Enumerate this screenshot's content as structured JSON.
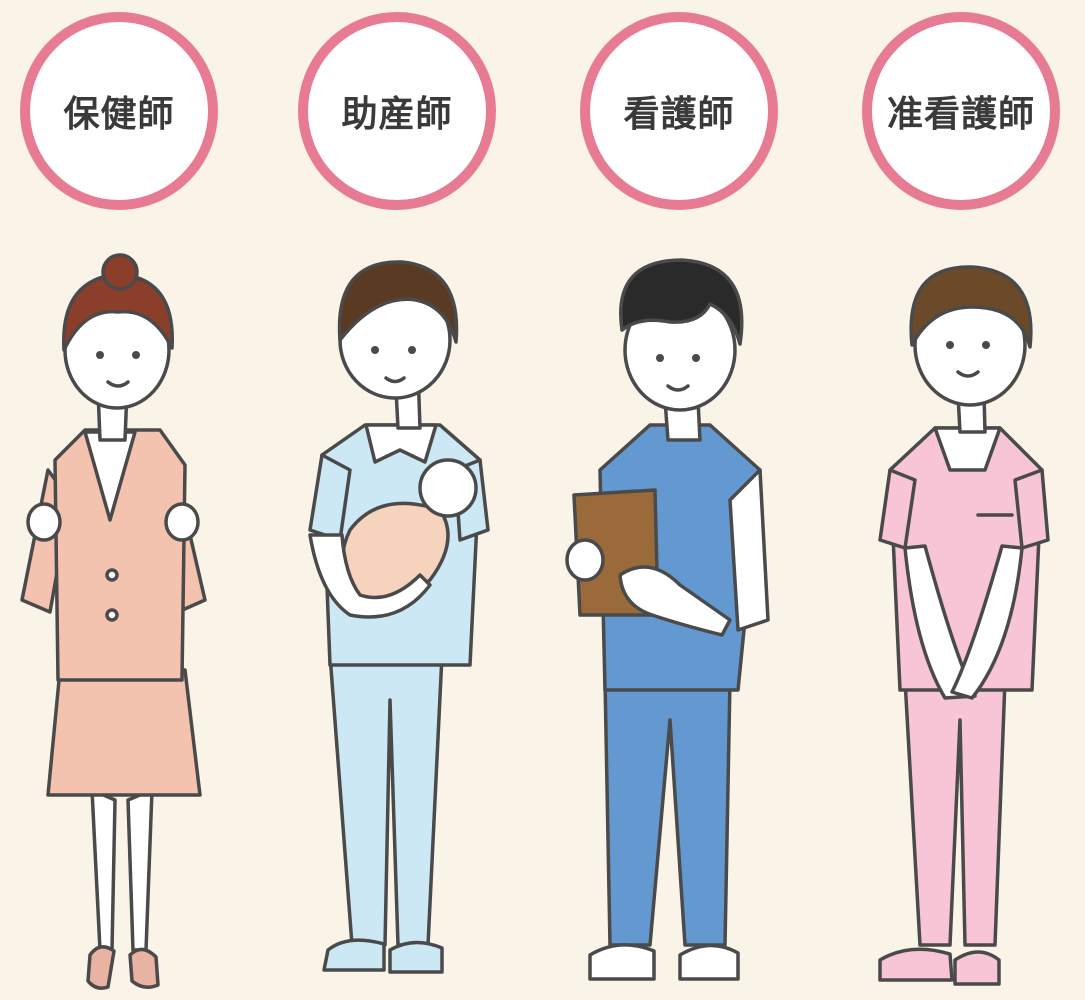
{
  "roles": [
    {
      "label": "保健師",
      "outfit_color": "#f4c3b0",
      "hair_color": "#8b3f2a"
    },
    {
      "label": "助産師",
      "outfit_color": "#cde8f5",
      "hair_color": "#5a3a22"
    },
    {
      "label": "看護師",
      "outfit_color": "#6399d0",
      "hair_color": "#2a2a2a"
    },
    {
      "label": "准看護師",
      "outfit_color": "#f7c5d6",
      "hair_color": "#6b4a2a"
    }
  ],
  "colors": {
    "background": "#faf3e8",
    "badge_ring": "#e87b94",
    "outline": "#4a4a4a",
    "skin": "#ffffff",
    "baby": "#f6d3bd",
    "clipboard": "#9a6a3a"
  }
}
